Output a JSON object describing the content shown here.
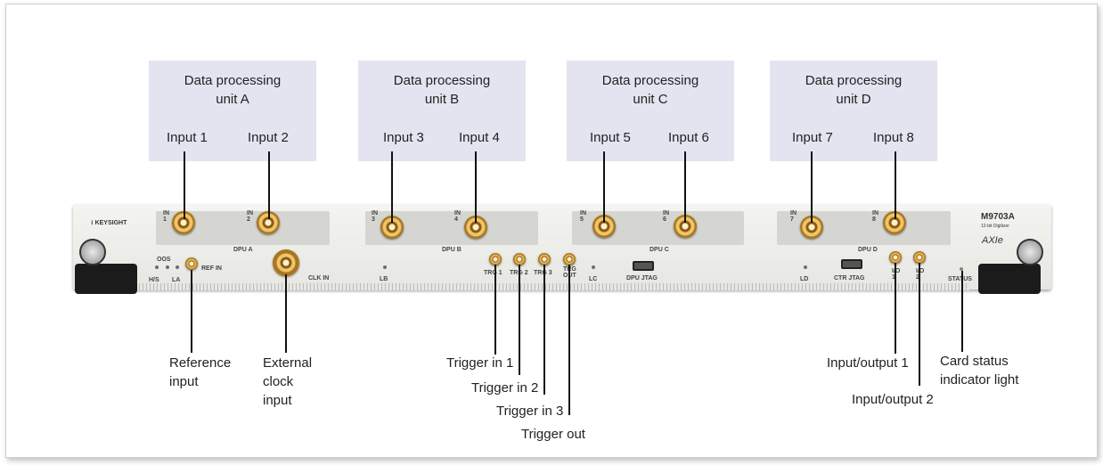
{
  "dpus": [
    {
      "title": "Data processing\nunit A",
      "inputs": [
        "Input 1",
        "Input 2"
      ]
    },
    {
      "title": "Data processing\nunit B",
      "inputs": [
        "Input 3",
        "Input 4"
      ]
    },
    {
      "title": "Data processing\nunit C",
      "inputs": [
        "Input 5",
        "Input 6"
      ]
    },
    {
      "title": "Data processing\nunit D",
      "inputs": [
        "Input 7",
        "Input 8"
      ]
    }
  ],
  "panel": {
    "brand": "KEYSIGHT",
    "model": "M9703A",
    "model_sub": "12-bit Digitizer",
    "axie": "AXIe",
    "port_in": [
      "IN\n1",
      "IN\n2",
      "IN\n3",
      "IN\n4",
      "IN\n5",
      "IN\n6",
      "IN\n7",
      "IN\n8"
    ],
    "dpu_labels": [
      "DPU A",
      "DPU B",
      "DPU C",
      "DPU D"
    ],
    "oos": "OOS",
    "hs": "H/S",
    "la": "LA",
    "ref_in": "REF IN",
    "clk_in": "CLK IN",
    "lb": "LB",
    "trg1": "TRG 1",
    "trg2": "TRG 2",
    "trg3": "TRG 3",
    "trg_out": "TRG\nOUT",
    "lc": "LC",
    "dpu_jtag": "DPU JTAG",
    "ld": "LD",
    "ctr_jtag": "CTR JTAG",
    "io1": "I/O\n1",
    "io2": "I/O\n2",
    "status": "STATUS"
  },
  "annotations": {
    "reference_input": "Reference\ninput",
    "external_clock_input": "External\nclock\ninput",
    "trigger_in_1": "Trigger in 1",
    "trigger_in_2": "Trigger in 2",
    "trigger_in_3": "Trigger in 3",
    "trigger_out": "Trigger out",
    "input_output_1": "Input/output 1",
    "input_output_2": "Input/output 2",
    "card_status": "Card status\nindicator light"
  }
}
